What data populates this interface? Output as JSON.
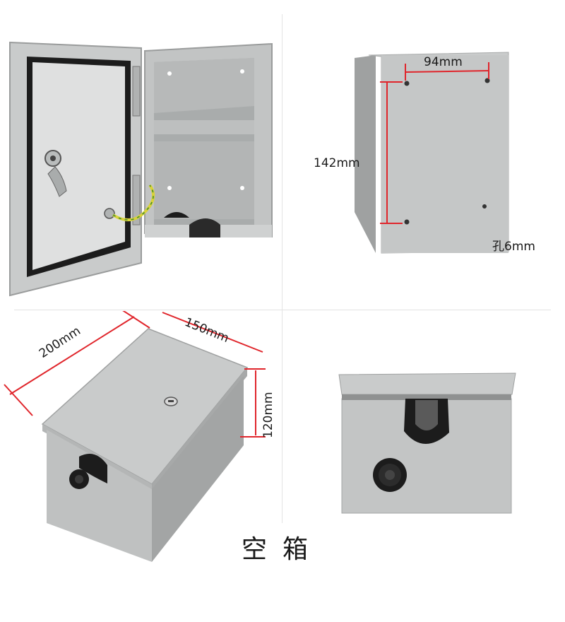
{
  "labels": {
    "width_94": "94mm",
    "height_142": "142mm",
    "hole_6": "孔6mm",
    "depth_200": "200mm",
    "width_150": "150mm",
    "height_120": "120mm"
  },
  "caption": "空箱",
  "colors": {
    "enclosure_gray": "#c9cbcb",
    "enclosure_shadow": "#9fa1a1",
    "dimension_red": "#e0252b",
    "gasket_black": "#1c1c1c",
    "ground_wire_yellow": "#d9d23a"
  }
}
